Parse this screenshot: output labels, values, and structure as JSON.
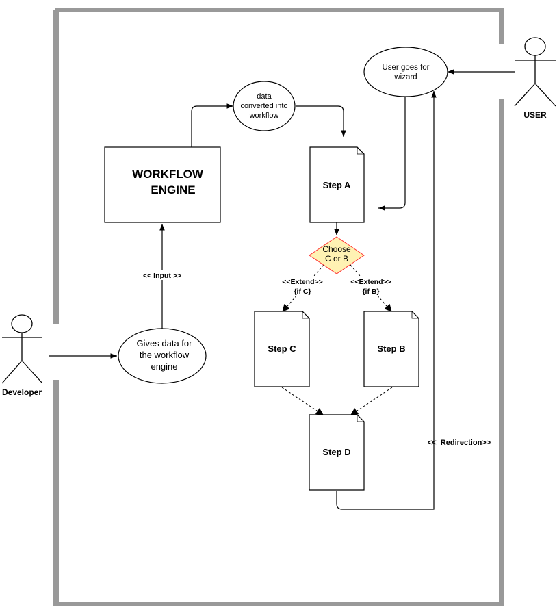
{
  "diagram": {
    "type": "use-case / workflow diagram",
    "actors": {
      "user": {
        "label": "USER"
      },
      "developer": {
        "label": "Developer"
      }
    },
    "use_cases": {
      "user_goes_for_wizard": {
        "lines": [
          "User goes for",
          "wizard"
        ]
      },
      "data_converted": {
        "lines": [
          "data",
          "converted into",
          "workflow"
        ]
      },
      "gives_data": {
        "lines": [
          "Gives data for",
          "the workflow",
          "engine"
        ]
      }
    },
    "workflow_engine": {
      "lines": [
        "WORKFLOW",
        "ENGINE"
      ]
    },
    "steps": {
      "a": {
        "label": "Step A"
      },
      "b": {
        "label": "Step B"
      },
      "c": {
        "label": "Step C"
      },
      "d": {
        "label": "Step D"
      }
    },
    "decision": {
      "lines": [
        "Choose",
        "C or B"
      ],
      "fill": "#fff2b3",
      "stroke": "#ff3333"
    },
    "edge_labels": {
      "input": "<< Input >>",
      "extend_c": [
        "<<Extend>>",
        "{if C}"
      ],
      "extend_b": [
        "<<Extend>>",
        "{if B}"
      ],
      "redirection": "<<  Redirection>>"
    },
    "colors": {
      "boundary": "#999999",
      "line": "#000000",
      "background": "#ffffff"
    }
  }
}
